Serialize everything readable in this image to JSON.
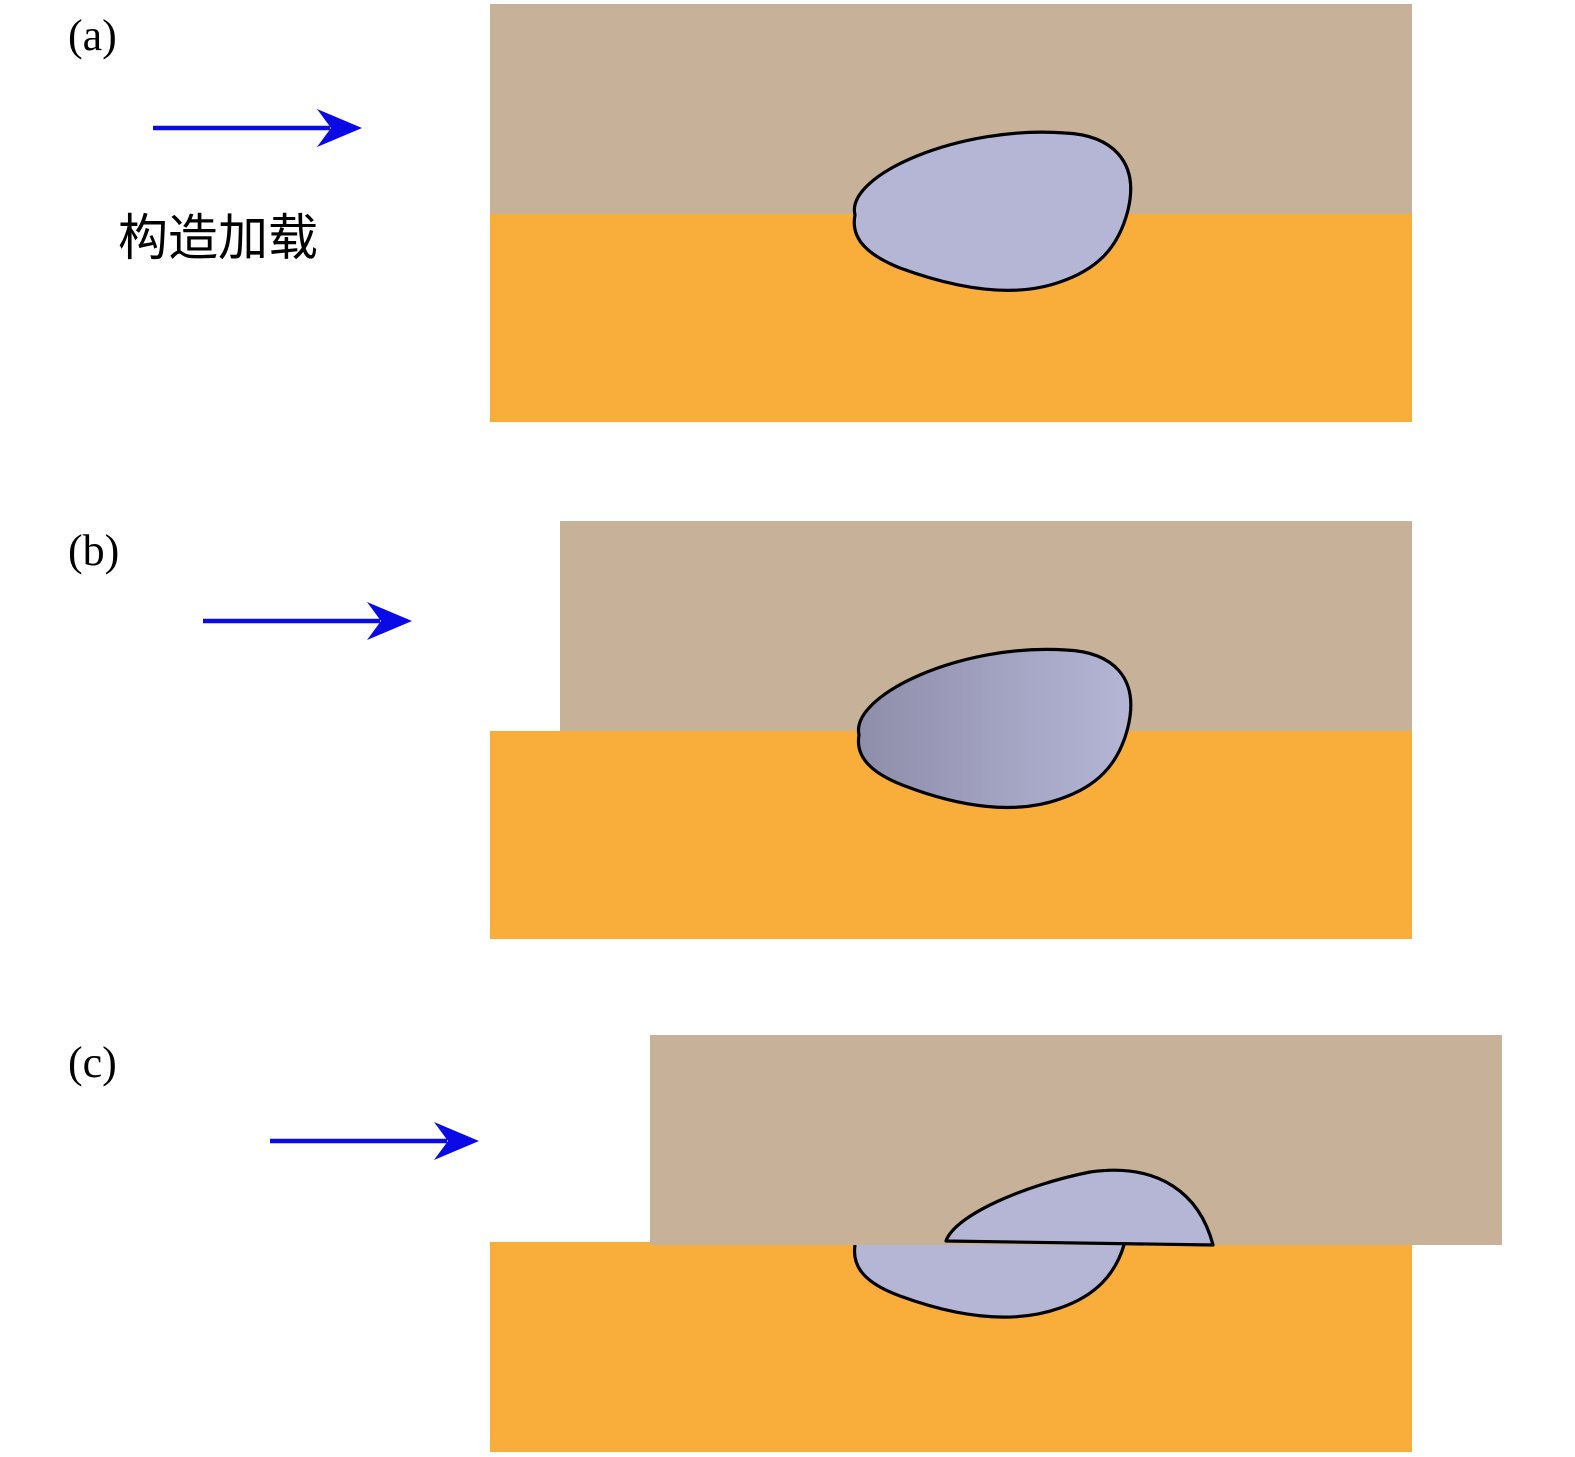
{
  "panels": [
    {
      "label": "(a)"
    },
    {
      "label": "(b)"
    },
    {
      "label": "(c)"
    }
  ],
  "load_label": "构造加载",
  "colors": {
    "upper_layer": "#c8b199",
    "lower_layer": "#f9ae3b",
    "body": "#b5b5d6",
    "body_gradient_dark": "#8e8eab",
    "arrow": "#0a0ae6"
  }
}
